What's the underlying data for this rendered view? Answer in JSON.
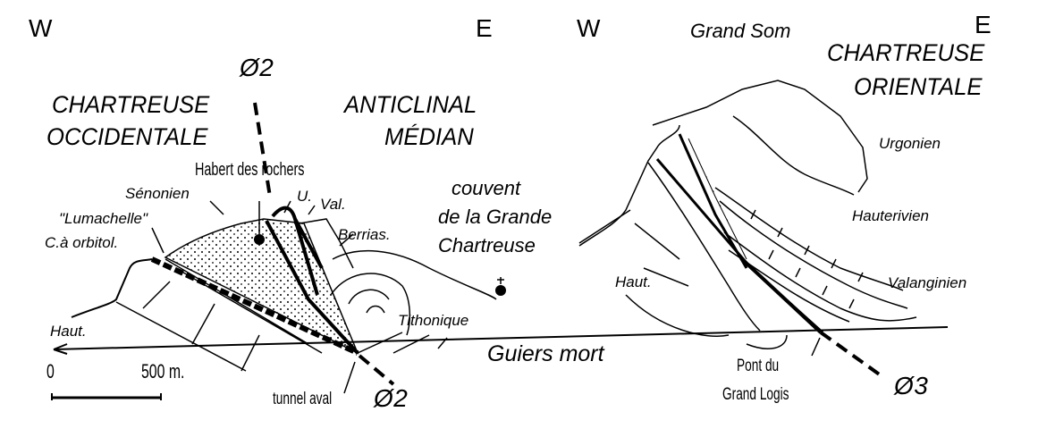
{
  "orientation": {
    "left_w": "W",
    "left_e": "E",
    "right_w": "W",
    "right_e": "E"
  },
  "faults": {
    "phi2_top": "Ø2",
    "phi2_bottom": "Ø2",
    "phi3": "Ø3"
  },
  "regions": {
    "occidentale_1": "CHARTREUSE",
    "occidentale_2": "OCCIDENTALE",
    "median_1": "ANTICLINAL",
    "median_2": "MÉDIAN",
    "orientale_1": "CHARTREUSE",
    "orientale_2": "ORIENTALE"
  },
  "places": {
    "grand_som": "Grand Som",
    "habert": "Habert des rochers",
    "couvent_1": "couvent",
    "couvent_2": "de la Grande",
    "couvent_3": "Chartreuse",
    "guiers": "Guiers mort",
    "tunnel": "tunnel aval",
    "pont_1": "Pont du",
    "pont_2": "Grand Logis"
  },
  "strata": {
    "senonien": "Sénonien",
    "lumachelle": "\"Lumachelle\"",
    "orbitol": "C.à orbitol.",
    "u": "U.",
    "val": "Val.",
    "berrias": "Berrias.",
    "tithonique": "Tithonique",
    "haut_left": "Haut.",
    "haut_right": "Haut.",
    "urgonien": "Urgonien",
    "hauterivien": "Hauterivien",
    "valanginien": "Valanginien"
  },
  "scale": {
    "zero": "0",
    "length": "500 m."
  }
}
